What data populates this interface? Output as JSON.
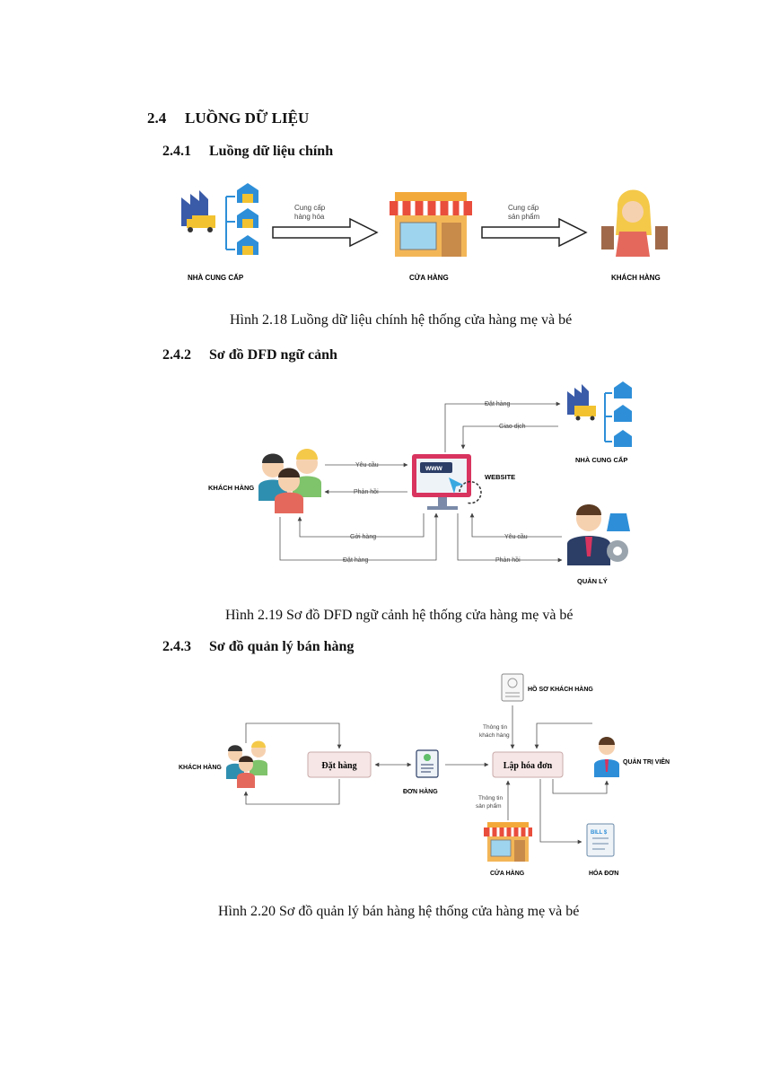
{
  "sections": {
    "s24": {
      "number": "2.4",
      "title": "LUỒNG DỮ LIỆU"
    },
    "s241": {
      "number": "2.4.1",
      "title": "Luồng dữ liệu chính"
    },
    "s242": {
      "number": "2.4.2",
      "title": "Sơ đồ DFD ngữ cảnh"
    },
    "s243": {
      "number": "2.4.3",
      "title": "Sơ đồ quản lý bán hàng"
    }
  },
  "figure1": {
    "caption": "Hình 2.18 Luồng dữ liệu chính hệ thống cửa hàng mẹ và bé",
    "supplier": "NHÀ CUNG CẤP",
    "store": "CỬA HÀNG",
    "customer": "KHÁCH HÀNG",
    "arrow1_line1": "Cung cấp",
    "arrow1_line2": "hàng hóa",
    "arrow2_line1": "Cung cấp",
    "arrow2_line2": "sản phẩm"
  },
  "figure2": {
    "caption": "Hình 2.19 Sơ đồ DFD ngữ cảnh hệ thống cửa hàng mẹ và bé",
    "customer": "KHÁCH HÀNG",
    "website": "WEBSITE",
    "www": "www",
    "supplier": "NHÀ CUNG CẤP",
    "manager": "QUẢN LÝ",
    "flow_order_supplier": "Đặt hàng",
    "flow_transaction": "Giao dịch",
    "flow_request_customer": "Yêu cầu",
    "flow_response_customer": "Phản hồi",
    "flow_delivery": "Gởi hàng",
    "flow_order_customer": "Đặt hàng",
    "flow_request_manager": "Yêu cầu",
    "flow_response_manager": "Phản hồi"
  },
  "figure3": {
    "caption": "Hình 2.20 Sơ đồ quản lý bán hàng hệ thống cửa hàng mẹ và bé",
    "customer": "KHÁCH HÀNG",
    "place_order": "Đặt hàng",
    "order": "ĐƠN HÀNG",
    "invoice_process": "Lập hóa đơn",
    "customer_profile": "HỒ SƠ KHÁCH HÀNG",
    "customer_info_line1": "Thông tin",
    "customer_info_line2": "khách hàng",
    "product_info_line1": "Thông tin",
    "product_info_line2": "sản phẩm",
    "admin": "QUẢN TRỊ VIÊN",
    "store": "CỬA HÀNG",
    "invoice": "HÓA ĐƠN",
    "bill_text": "BILL $"
  }
}
